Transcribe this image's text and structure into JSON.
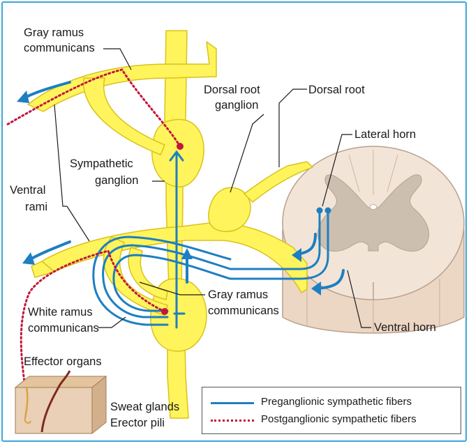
{
  "labels": {
    "gray_ramus_top_1": "Gray ramus",
    "gray_ramus_top_2": "communicans",
    "dorsal_root_ganglion_1": "Dorsal root",
    "dorsal_root_ganglion_2": "ganglion",
    "dorsal_root": "Dorsal root",
    "lateral_horn": "Lateral horn",
    "sympathetic_ganglion_1": "Sympathetic",
    "sympathetic_ganglion_2": "ganglion",
    "ventral_rami_1": "Ventral",
    "ventral_rami_2": "rami",
    "gray_ramus_bottom_1": "Gray ramus",
    "gray_ramus_bottom_2": "communicans",
    "white_ramus_1": "White ramus",
    "white_ramus_2": "communicans",
    "ventral_horn": "Ventral horn",
    "effector_organs": "Effector organs",
    "sweat_glands": "Sweat glands",
    "erector_pili": "Erector pili"
  },
  "legend": {
    "preganglionic": "Preganglionic sympathetic fibers",
    "postganglionic": "Postganglionic sympathetic fibers"
  },
  "colors": {
    "frame": "#3aa7d8",
    "nerve_fill": "#fff45c",
    "nerve_stroke": "#d9c21a",
    "preganglionic": "#1c7fc2",
    "postganglionic": "#c2163b",
    "cord_white_matter": "#f3e4d8",
    "cord_gray_matter": "#cdbfaf"
  }
}
